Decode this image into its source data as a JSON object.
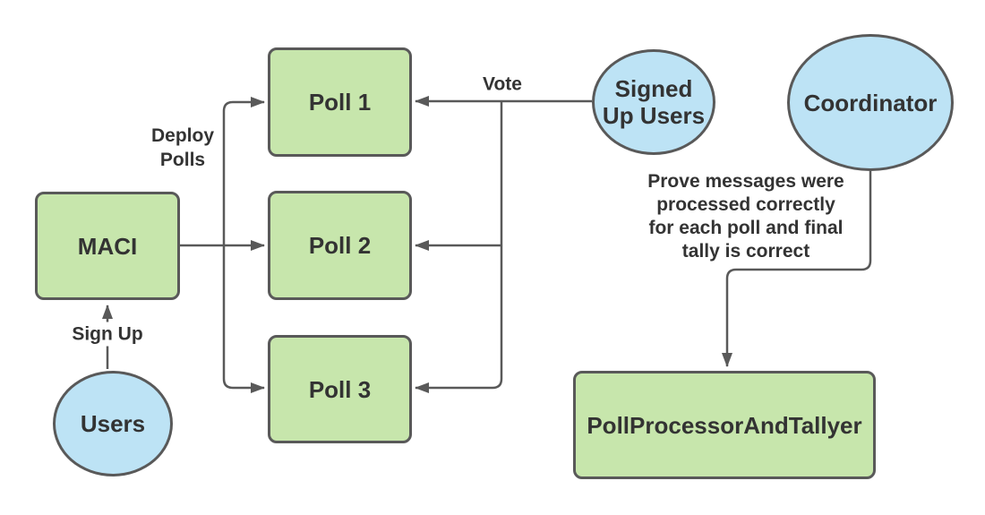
{
  "nodes": {
    "maci": {
      "label": "MACI"
    },
    "poll1": {
      "label": "Poll 1"
    },
    "poll2": {
      "label": "Poll 2"
    },
    "poll3": {
      "label": "Poll 3"
    },
    "users": {
      "label": "Users"
    },
    "signed_up_users": {
      "lines": [
        "Signed",
        "Up Users"
      ]
    },
    "coordinator": {
      "label": "Coordinator"
    },
    "poll_processor": {
      "label": "PollProcessorAndTallyer"
    }
  },
  "edges": {
    "sign_up": {
      "label": "Sign Up"
    },
    "deploy_polls": {
      "lines": [
        "Deploy",
        "Polls"
      ]
    },
    "vote": {
      "label": "Vote"
    },
    "prove": {
      "lines": [
        "Prove messages were",
        "processed correctly",
        "for each poll and final",
        "tally is correct"
      ]
    }
  },
  "colors": {
    "node_green_fill": "#c7e6ac",
    "node_blue_fill": "#bde3f5",
    "shape_stroke": "#595959",
    "connector_stroke": "#595959",
    "text": "#333333",
    "background": "#ffffff"
  }
}
